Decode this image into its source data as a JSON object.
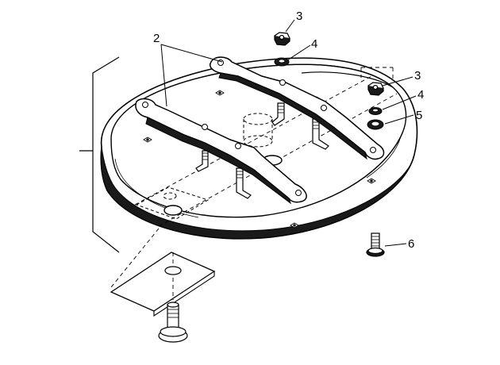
{
  "colors": {
    "line": "#000000",
    "fill_part": "#ffffff",
    "fill_dark": "#1a1a1a",
    "background": "#ffffff"
  },
  "callouts": {
    "strap_bars": "2",
    "nut_top": "3",
    "washer_top": "4",
    "nut_right": "3",
    "washer_right": "4",
    "spacer_right": "5",
    "screw_bottom": "6"
  }
}
